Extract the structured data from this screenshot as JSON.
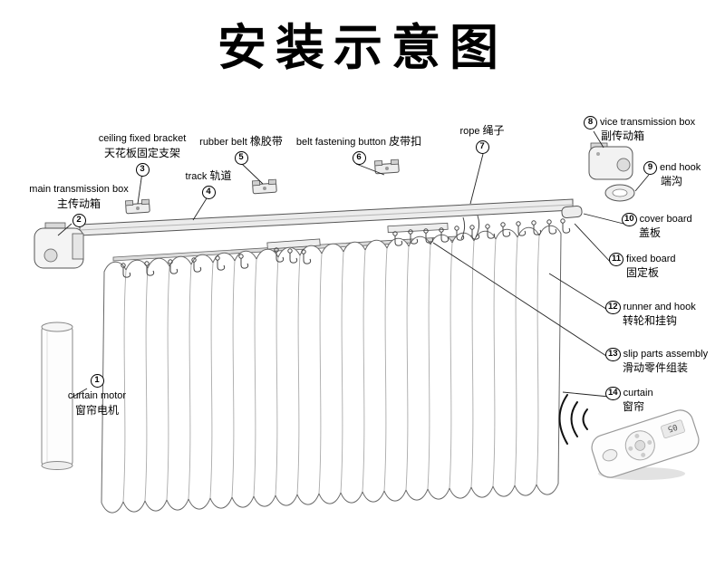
{
  "title": "安装示意图",
  "remote": {
    "screen": "05"
  },
  "labels": {
    "l1": {
      "num": "1",
      "en": "curtain motor",
      "zh": "窗帘电机"
    },
    "l2": {
      "num": "2",
      "en": "main transmission box",
      "zh": "主传动箱"
    },
    "l3": {
      "num": "3",
      "en": "ceiling fixed bracket",
      "zh": "天花板固定支架"
    },
    "l4": {
      "num": "4",
      "en": "track",
      "zh": "轨道"
    },
    "l5": {
      "num": "5",
      "en": "rubber belt",
      "zh": "橡胶带"
    },
    "l6": {
      "num": "6",
      "en": "belt fastening button",
      "zh": "皮带扣"
    },
    "l7": {
      "num": "7",
      "en": "rope",
      "zh": "绳子"
    },
    "l8": {
      "num": "8",
      "en": "vice transmission box",
      "zh": "副传动箱"
    },
    "l9": {
      "num": "9",
      "en": "end hook",
      "zh": "端沟"
    },
    "l10": {
      "num": "10",
      "en": "cover board",
      "zh": "盖板"
    },
    "l11": {
      "num": "11",
      "en": "fixed board",
      "zh": "固定板"
    },
    "l12": {
      "num": "12",
      "en": "runner and hook",
      "zh": "转轮和挂钩"
    },
    "l13": {
      "num": "13",
      "en": "slip parts assembly",
      "zh": "滑动零件组装"
    },
    "l14": {
      "num": "14",
      "en": "curtain",
      "zh": "窗帘"
    }
  }
}
